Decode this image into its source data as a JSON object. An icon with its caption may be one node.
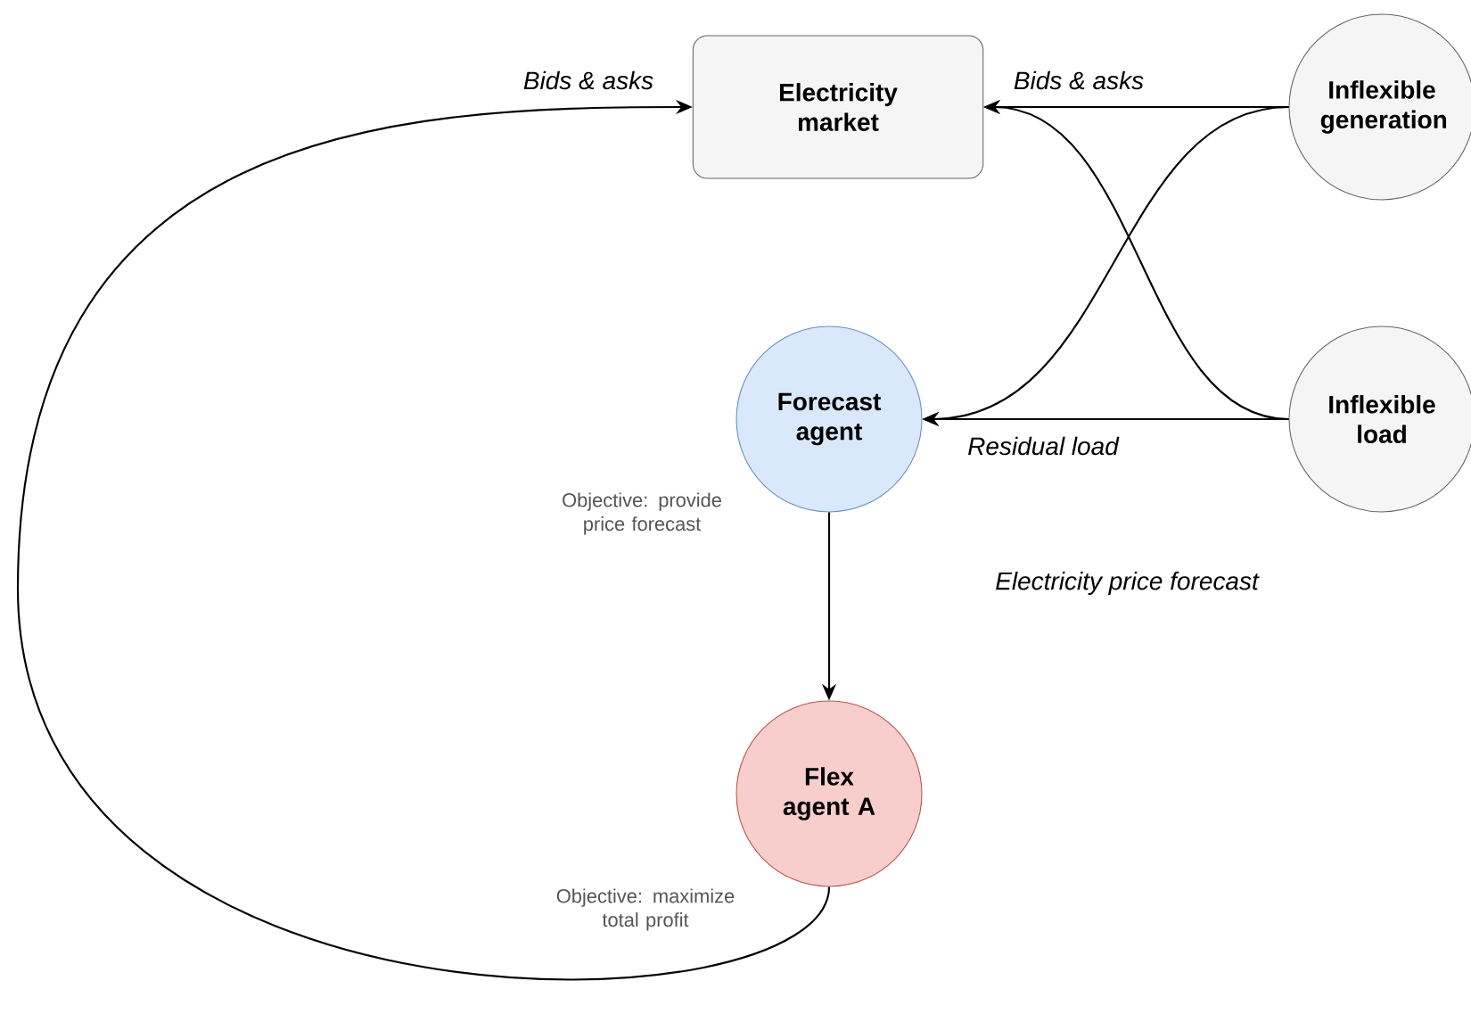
{
  "diagram": {
    "nodes": [
      {
        "text": [
          "Electricity market"
        ]
      },
      {
        "text": [
          "Inflexible generation"
        ]
      },
      {
        "text": [
          "Forecast agent"
        ],
        "beside": [
          "Objective: provide price forecast"
        ]
      },
      {
        "text": [
          "Inflexible load"
        ]
      },
      {
        "text": [
          "Flex agent A"
        ],
        "beside": [
          "Objective: maximize total profit"
        ]
      }
    ],
    "edges": [
      {
        "from": 1,
        "to": 0,
        "arrow": "to",
        "label": "Bids & asks"
      },
      {
        "from": 3,
        "to": 0,
        "arrow": "to"
      },
      {
        "from": 1,
        "to": 2,
        "arrow": "to"
      },
      {
        "from": 3,
        "to": 2,
        "arrow": "to",
        "label": "Residual load"
      },
      {
        "from": 2,
        "to": 4,
        "arrow": "to"
      },
      {
        "from": 4,
        "to": 0,
        "arrow": "to",
        "label": "Bids & asks"
      }
    ],
    "labels": [
      "Electricity price forecast"
    ]
  }
}
